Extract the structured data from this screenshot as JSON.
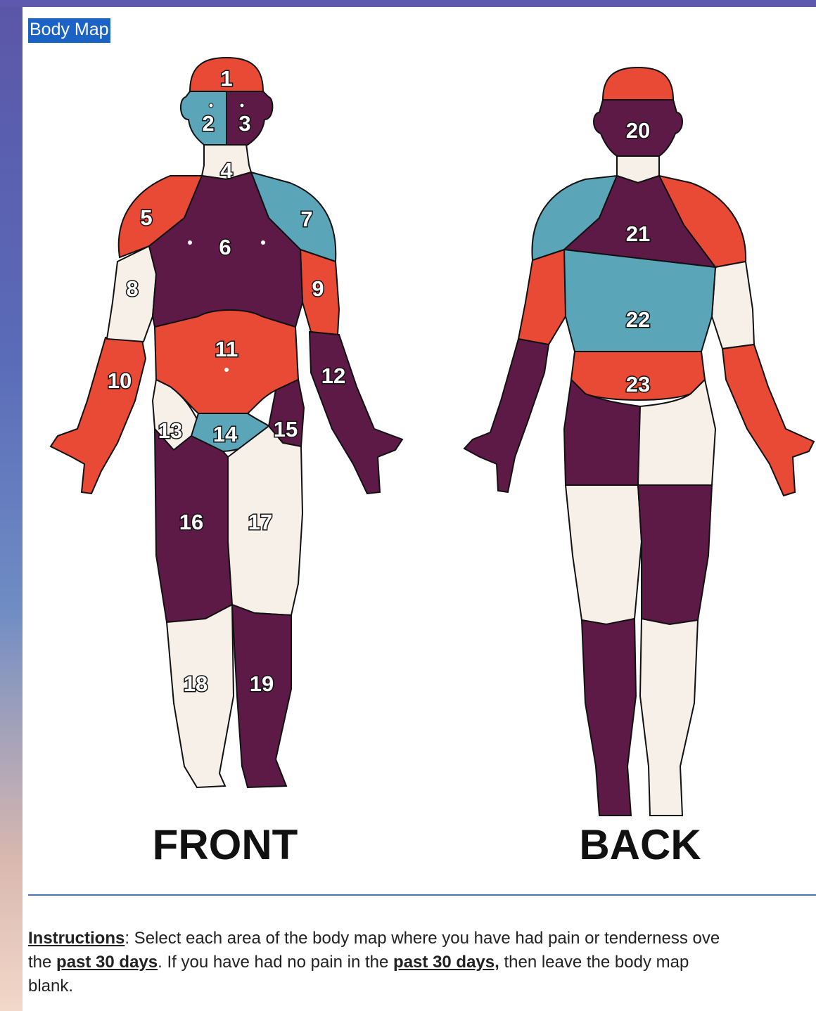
{
  "section_label": "Body Map",
  "views": {
    "front_label": "FRONT",
    "back_label": "BACK"
  },
  "regions": [
    {
      "id": "1",
      "color": "#e84a36"
    },
    {
      "id": "2",
      "color": "#5aa6b8"
    },
    {
      "id": "3",
      "color": "#5e1a47"
    },
    {
      "id": "4",
      "color": "#f7f0e8"
    },
    {
      "id": "5",
      "color": "#e84a36"
    },
    {
      "id": "6",
      "color": "#5e1a47"
    },
    {
      "id": "7",
      "color": "#5aa6b8"
    },
    {
      "id": "8",
      "color": "#f7f0e8"
    },
    {
      "id": "9",
      "color": "#e84a36"
    },
    {
      "id": "10",
      "color": "#e84a36"
    },
    {
      "id": "11",
      "color": "#e84a36"
    },
    {
      "id": "12",
      "color": "#5e1a47"
    },
    {
      "id": "13",
      "color": "#f7f0e8"
    },
    {
      "id": "14",
      "color": "#5aa6b8"
    },
    {
      "id": "15",
      "color": "#5e1a47"
    },
    {
      "id": "16",
      "color": "#5e1a47"
    },
    {
      "id": "17",
      "color": "#f7f0e8"
    },
    {
      "id": "18",
      "color": "#f7f0e8"
    },
    {
      "id": "19",
      "color": "#5e1a47"
    },
    {
      "id": "20",
      "color": "#5e1a47"
    },
    {
      "id": "21",
      "color": "#5e1a47"
    },
    {
      "id": "22",
      "color": "#5aa6b8"
    },
    {
      "id": "23",
      "color": "#e84a36"
    }
  ],
  "instructions": {
    "lead": "Instructions",
    "part1": ": Select each area of the body map where you have had pain or tenderness ove",
    "part2": "the ",
    "emph1": "past 30 days",
    "part3": ". If you have had no pain in the ",
    "emph2": "past 30 days,",
    "part4": " then leave the body map",
    "part5": "blank."
  }
}
